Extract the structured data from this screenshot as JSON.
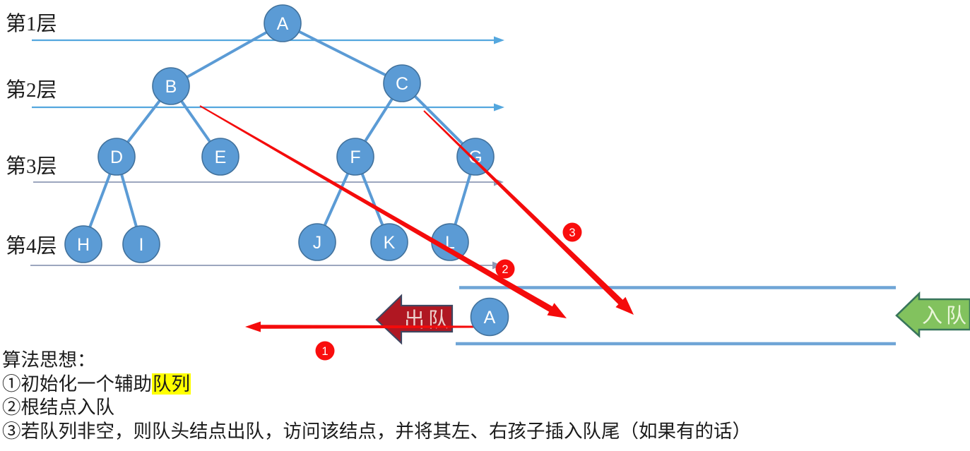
{
  "layers": [
    "第1层",
    "第2层",
    "第3层",
    "第4层"
  ],
  "tree": {
    "nodes": [
      "A",
      "B",
      "C",
      "D",
      "E",
      "F",
      "G",
      "H",
      "I",
      "J",
      "K",
      "L"
    ],
    "edges": [
      "A-B",
      "A-C",
      "B-D",
      "B-E",
      "C-F",
      "C-G",
      "D-H",
      "D-I",
      "F-J",
      "F-K",
      "G-L"
    ],
    "levels": [
      {
        "label": "第1层",
        "nodes": [
          "A"
        ]
      },
      {
        "label": "第2层",
        "nodes": [
          "B",
          "C"
        ]
      },
      {
        "label": "第3层",
        "nodes": [
          "D",
          "E",
          "F",
          "G"
        ]
      },
      {
        "label": "第4层",
        "nodes": [
          "H",
          "I",
          "J",
          "K",
          "L"
        ]
      }
    ]
  },
  "queue": {
    "items": [
      "A"
    ],
    "dequeue_label": "出队",
    "enqueue_label": "入队"
  },
  "step_markers": [
    "1",
    "2",
    "3"
  ],
  "algorithm": {
    "title": "算法思想：",
    "step1_prefix": "①初始化一个辅助",
    "step1_highlight": "队列",
    "step2": "②根结点入队",
    "step3": "③若队列非空，则队头结点出队，访问该结点，并将其左、右孩子插入队尾（如果有的话）"
  },
  "colors": {
    "node_fill": "#5b9bd5",
    "node_border": "#41719c",
    "tree_edge": "#5b9bd5",
    "level_line_bright": "#54a7de",
    "level_line_muted": "#8e9ab5",
    "queue_line": "#6fa5d6",
    "dequeue_fill": "#b01722",
    "dequeue_border": "#3f4660",
    "enqueue_fill": "#82c25e",
    "enqueue_border": "#38755b",
    "step_arrow_red": "#f40b0b",
    "highlight": "#ffff00"
  }
}
